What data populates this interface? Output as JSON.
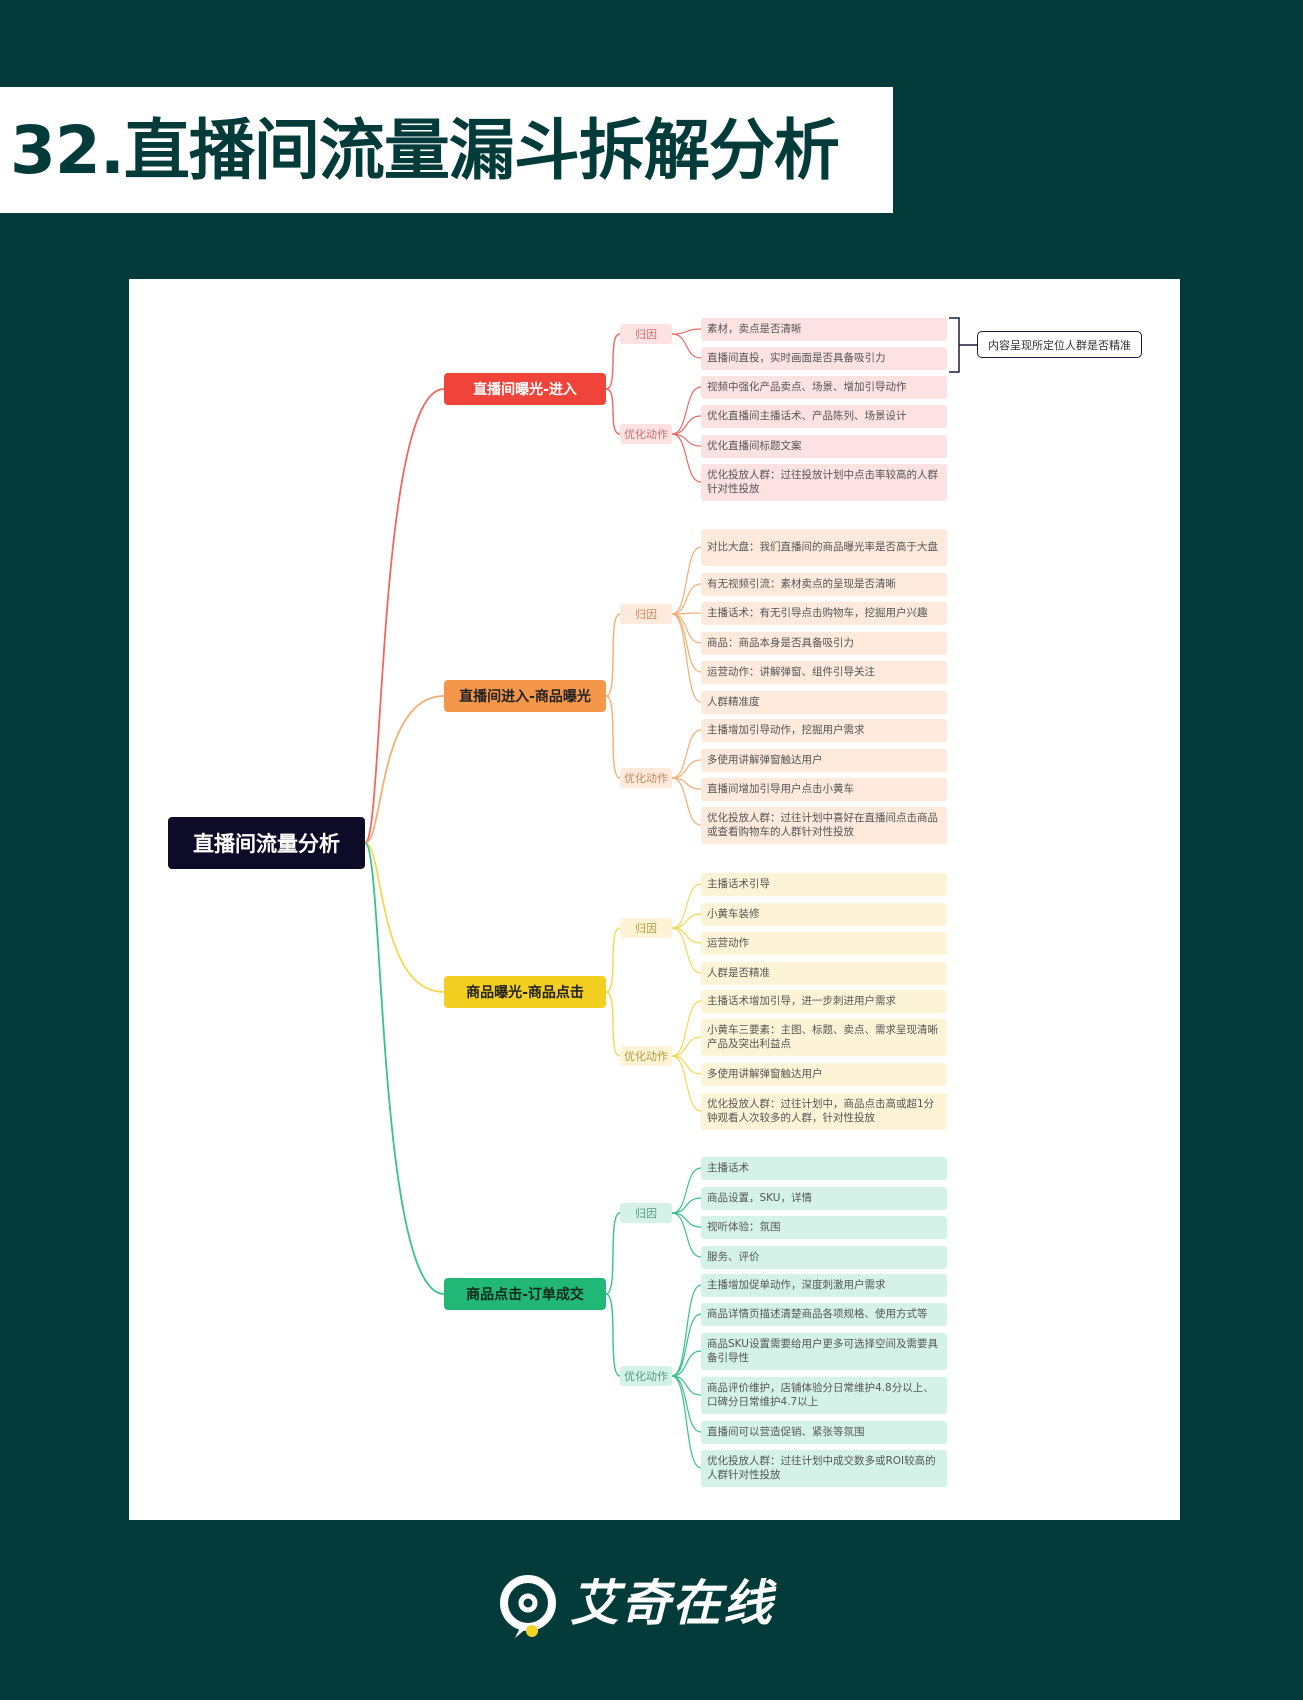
{
  "title": "32.直播间流量漏斗拆解分析",
  "root": "直播间流量分析",
  "note": "内容呈现所定位人群是否精准",
  "logo": "艾奇在线",
  "colors": {
    "background": "#023b3a",
    "root": "#0d0b28",
    "branch1": "#f04339",
    "branch2": "#f5974a",
    "branch3": "#f3cf21",
    "branch4": "#21b877"
  },
  "branches": [
    {
      "label": "直播间曝光-进入",
      "groups": [
        {
          "label": "归因",
          "items": [
            "素材，卖点是否清晰",
            "直播间直投，实时画面是否具备吸引力"
          ]
        },
        {
          "label": "优化动作",
          "items": [
            "视频中强化产品卖点、场景、增加引导动作",
            "优化直播间主播话术、产品陈列、场景设计",
            "优化直播间标题文案",
            "优化投放人群：过往投放计划中点击率较高的人群针对性投放"
          ]
        }
      ]
    },
    {
      "label": "直播间进入-商品曝光",
      "groups": [
        {
          "label": "归因",
          "items": [
            "对比大盘：我们直播间的商品曝光率是否高于大盘",
            "有无视频引流：素材卖点的呈现是否清晰",
            "主播话术：有无引导点击购物车，挖掘用户兴趣",
            "商品：商品本身是否具备吸引力",
            "运营动作：讲解弹窗、组件引导关注",
            "人群精准度"
          ]
        },
        {
          "label": "优化动作",
          "items": [
            "主播增加引导动作，挖掘用户需求",
            "多使用讲解弹窗触达用户",
            "直播间增加引导用户点击小黄车",
            "优化投放人群：过往计划中喜好在直播间点击商品或查看购物车的人群针对性投放"
          ]
        }
      ]
    },
    {
      "label": "商品曝光-商品点击",
      "groups": [
        {
          "label": "归因",
          "items": [
            "主播话术引导",
            "小黄车装修",
            "运营动作",
            "人群是否精准"
          ]
        },
        {
          "label": "优化动作",
          "items": [
            "主播话术增加引导，进一步刺进用户需求",
            "小黄车三要素：主图、标题、卖点、需求呈现清晰产品及突出利益点",
            "多使用讲解弹窗触达用户",
            "优化投放人群：过往计划中，商品点击高或超1分钟观看人次较多的人群，针对性投放"
          ]
        }
      ]
    },
    {
      "label": "商品点击-订单成交",
      "groups": [
        {
          "label": "归因",
          "items": [
            "主播话术",
            "商品设置，SKU，详情",
            "视听体验：氛围",
            "服务、评价"
          ]
        },
        {
          "label": "优化动作",
          "items": [
            "主播增加促单动作，深度刺激用户需求",
            "商品详情页描述清楚商品各项规格、使用方式等",
            "商品SKU设置需要给用户更多可选择空间及需要具备引导性",
            "商品评价维护，店铺体验分日常维护4.8分以上、口碑分日常维护4.7以上",
            "直播间可以营造促销、紧张等氛围",
            "优化投放人群：过往计划中成交数多或ROI较高的人群针对性投放"
          ]
        }
      ]
    }
  ]
}
